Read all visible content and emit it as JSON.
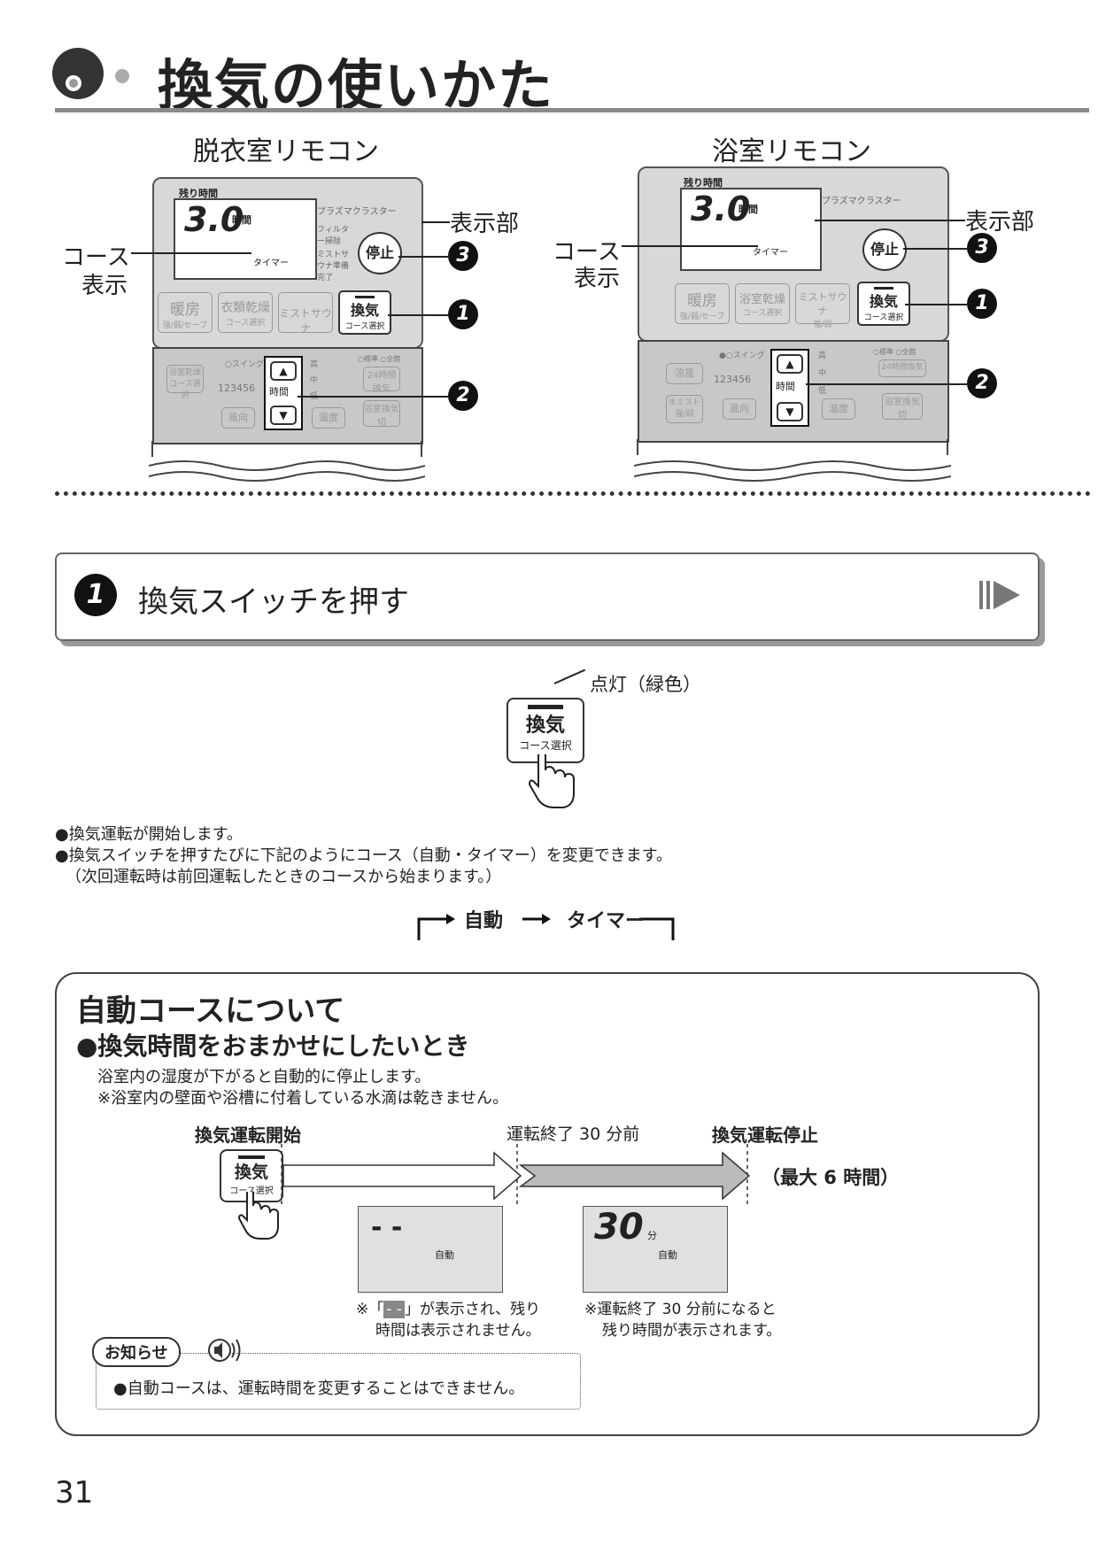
{
  "title": "換気の使いかた",
  "remotes": {
    "changing": {
      "title": "脱衣室リモコン",
      "remaining": "残り時間",
      "digits": "3.0",
      "hours": "時間",
      "timer": "タイマー",
      "cluster": "プラズマクラスター",
      "filter": "フィルター掃除",
      "mist_ready": "ミストサウナ準備完了",
      "stop": "停止",
      "btn_heat": "暖房",
      "btn_heat_sub": "強/弱/セーブ",
      "btn_dry": "衣類乾燥",
      "btn_dry_sub": "コース選択",
      "btn_mist": "ミストサウナ",
      "btn_vent": "換気",
      "btn_vent_sub": "コース選択",
      "lower_left": "浴室乾燥コース選択",
      "swing": "○スイング",
      "fan_num": "123456",
      "wind": "風向",
      "time": "時間",
      "temp": "温度",
      "level_high": "高",
      "level_mid": "中",
      "level_low": "低",
      "right_top": "○標準 ○全館",
      "right_24": "24時間換気",
      "right_bath": "浴室換気切"
    },
    "bath": {
      "title": "浴室リモコン",
      "remaining": "残り時間",
      "digits": "3.0",
      "hours": "時間",
      "timer": "タイマー",
      "cluster": "プラズマクラスター",
      "stop": "停止",
      "btn_heat": "暖房",
      "btn_heat_sub": "強/弱/セーブ",
      "btn_dry": "浴室乾燥",
      "btn_dry_sub": "コース選択",
      "btn_mist": "ミストサウナ",
      "btn_mist_sub": "強/弱",
      "btn_vent": "換気",
      "btn_vent_sub": "コース選択",
      "lower_a": "涼風",
      "lower_b": "水ミスト強/弱",
      "swing": "●○スイング",
      "fan_num": "123456",
      "wind": "風向",
      "time": "時間",
      "temp": "温度",
      "level_high": "高",
      "level_mid": "中",
      "level_low": "低",
      "right_top": "○標準 ○全館",
      "right_24": "24時間換気",
      "right_bath": "浴室換気切"
    }
  },
  "callouts": {
    "course": "コース",
    "display_short": "表示",
    "display_area": "表示部"
  },
  "numbers": {
    "n1": "1",
    "n2": "2",
    "n3": "3"
  },
  "step1": {
    "number": "1",
    "text": "換気スイッチを押す"
  },
  "switch_demo": {
    "lit": "点灯（緑色）",
    "label": "換気",
    "sub": "コース選択"
  },
  "bullets": [
    "●換気運転が開始します。",
    "●換気スイッチを押すたびに下記のようにコース（自動・タイマー）を変更できます。",
    "（次回運転時は前回運転したときのコースから始まります。）"
  ],
  "cycle": {
    "auto": "自動",
    "timer": "タイマー"
  },
  "auto_course": {
    "heading": "自動コースについて",
    "subheading": "●換気時間をおまかせにしたいとき",
    "desc1": "浴室内の湿度が下がると自動的に停止します。",
    "desc2": "※浴室内の壁面や浴槽に付着している水滴は乾きません。",
    "start_label": "換気運転開始",
    "mid_label": "運転終了 30 分前",
    "stop_label": "換気運転停止",
    "max": "（最大 6 時間）",
    "btn_label": "換気",
    "btn_sub": "コース選択",
    "lcd1_digits": "- -",
    "lcd1_mode": "自動",
    "lcd2_digits": "30",
    "lcd2_unit": "分",
    "lcd2_mode": "自動",
    "note1_a": "※「",
    "note1_mark": "- -",
    "note1_b": "」が表示され、残り",
    "note1_c": "時間は表示されません。",
    "note2_a": "※運転終了 30 分前になると",
    "note2_b": "残り時間が表示されます。",
    "info_label": "お知らせ",
    "info_text": "●自動コースは、運転時間を変更することはできません。"
  },
  "page_number": "31"
}
